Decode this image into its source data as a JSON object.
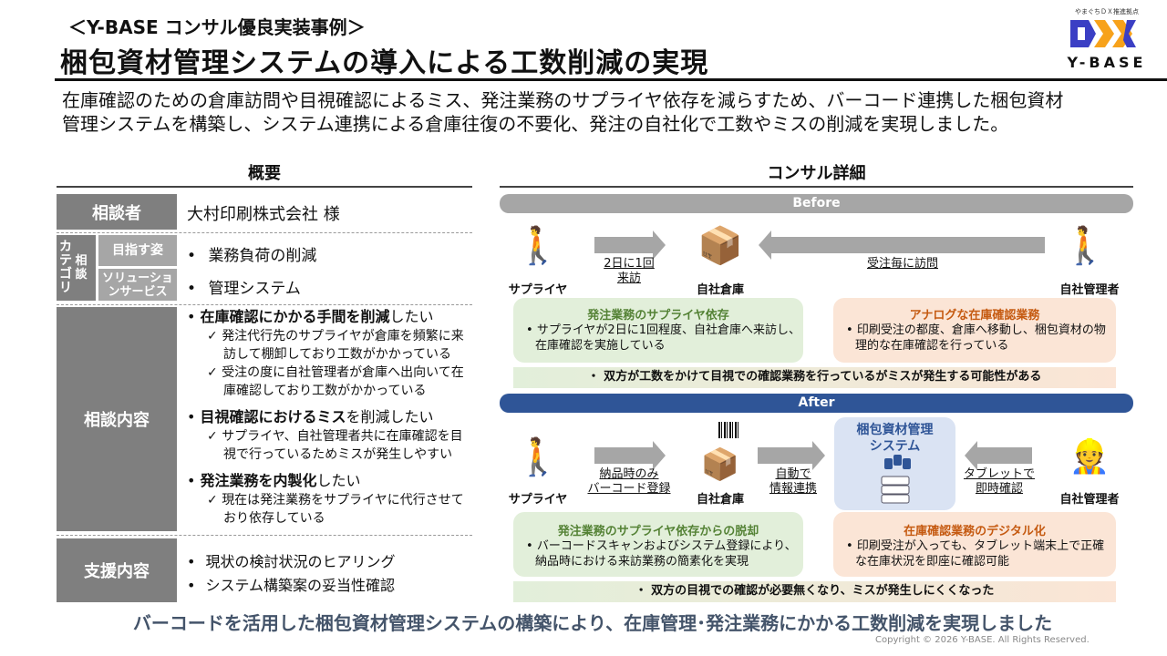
{
  "header": {
    "subtitle": "＜Y-BASE コンサル優良実装事例＞",
    "title": "梱包資材管理システムの導入による工数削減の実現",
    "logo": {
      "tagline": "やまぐちＤＸ推進拠点",
      "mark": "DX",
      "name": "Y-BASE"
    },
    "intro": [
      "在庫確認のための倉庫訪問や目視確認によるミス、発注業務のサプライヤ依存を減らすため、バーコード連携した梱包資材",
      "管理システムを構築し、システム連携による倉庫往復の不要化、発注の自社化で工数やミスの削減を実現しました。"
    ]
  },
  "overview": {
    "heading": "概要",
    "client_label": "相談者",
    "client": "大村印刷株式会社 様",
    "category_label": "カテゴリ",
    "category_sub": "相談",
    "goal_label": "目指す姿",
    "goal": "業務負荷の削減",
    "solution_label": "ソリューションサービス",
    "solution": "管理システム",
    "content_label": "相談内容",
    "contents": [
      {
        "bold": "在庫確認にかかる手間を削減",
        "rest": "したい",
        "checks": [
          "発注代行先のサプライヤが倉庫を頻繁に来訪して棚卸しており工数がかかっている",
          "受注の度に自社管理者が倉庫へ出向いて在庫確認しており工数がかかっている"
        ]
      },
      {
        "bold": "目視確認におけるミス",
        "rest": "を削減したい",
        "checks": [
          "サプライヤ、自社管理者共に在庫確認を目視で行っているためミスが発生しやすい"
        ]
      },
      {
        "bold": "発注業務を内製化",
        "rest": "したい",
        "checks": [
          "現在は発注業務をサプライヤに代行させており依存している"
        ]
      }
    ],
    "support_label": "支援内容",
    "support": [
      "現状の検討状況のヒアリング",
      "システム構築案の妥当性確認"
    ]
  },
  "detail": {
    "heading": "コンサル詳細",
    "before": {
      "label": "Before",
      "supplier": "サプライヤ",
      "warehouse": "自社倉庫",
      "manager": "自社管理者",
      "arrow1": [
        "2日に1回",
        "来訪"
      ],
      "arrow2": "受注毎に訪問",
      "box1_title": "発注業務のサプライヤ依存",
      "box1_text": "サプライヤが2日に1回程度、自社倉庫へ来訪し、在庫確認を実施している",
      "box2_title": "アナログな在庫確認業務",
      "box2_text": "印刷受注の都度、倉庫へ移動し、梱包資材の物理的な在庫確認を行っている",
      "summary": "・ 双方が工数をかけて目視での確認業務を行っているがミスが発生する可能性がある"
    },
    "after": {
      "label": "After",
      "supplier": "サプライヤ",
      "warehouse": "自社倉庫",
      "manager": "自社管理者",
      "system": [
        "梱包資材管理",
        "システム"
      ],
      "arrow1": [
        "納品時のみ",
        "バーコード登録"
      ],
      "arrow2": [
        "自動で",
        "情報連携"
      ],
      "arrow3": [
        "タブレットで",
        "即時確認"
      ],
      "box1_title": "発注業務のサプライヤ依存からの脱却",
      "box1_text": "バーコードスキャンおよびシステム登録により、納品時における来訪業務の簡素化を実現",
      "box2_title": "在庫確認業務のデジタル化",
      "box2_text": "印刷受注が入っても、タブレット端末上で正確な在庫状況を即座に確認可能",
      "summary": "・ 双方の目視での確認が必要無くなり、ミスが発生しにくくなった"
    }
  },
  "footer": {
    "conclusion": "バーコードを活用した梱包資材管理システムの構築により、在庫管理･発注業務にかかる工数削減を実現しました",
    "copyright": "Copyright © 2026 Y-BASE. All Rights Reserved."
  },
  "colors": {
    "label_gray": "#7f7f7f",
    "before_bar": "#a6a6a6",
    "after_bar": "#2f5597",
    "green_title": "#548235",
    "orange_title": "#c55a11",
    "conclusion": "#44546a"
  }
}
